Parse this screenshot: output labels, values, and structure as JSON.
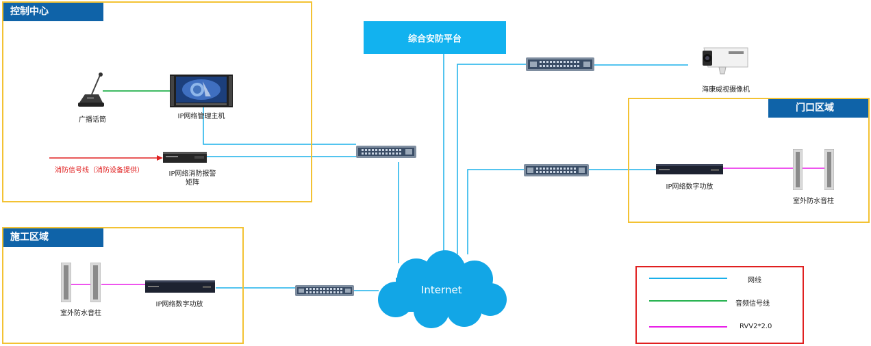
{
  "zones": {
    "control": {
      "title": "控制中心"
    },
    "gate": {
      "title": "门口区域"
    },
    "construction": {
      "title": "施工区域"
    }
  },
  "platform": {
    "label": "综合安防平台"
  },
  "devices": {
    "mic": "广播话筒",
    "host": "IP网络管理主机",
    "alarm_matrix_line1": "IP网络消防报警",
    "alarm_matrix_line2": "矩阵",
    "fire_signal": "消防信号线（消防设备提供）",
    "camera": "海康威视摄像机",
    "gate_amp": "IP网络数字功放",
    "gate_speaker": "室外防水音柱",
    "site_speaker": "室外防水音柱",
    "site_amp": "IP网络数字功放",
    "internet": "Internet"
  },
  "legend": {
    "items": [
      {
        "label": "网线",
        "color": "#1ab0ea"
      },
      {
        "label": "音频信号线",
        "color": "#22b14c"
      },
      {
        "label": "RVV2*2.0",
        "color": "#e81de8"
      }
    ]
  },
  "colors": {
    "network": "#1ab0ea",
    "audio": "#22b14c",
    "rvv": "#e81de8",
    "fire": "#e02020",
    "zone_border": "#f3c233",
    "zone_title_bg": "#0f63a8",
    "platform_bg": "#12b2ef",
    "legend_border": "#e02020"
  }
}
